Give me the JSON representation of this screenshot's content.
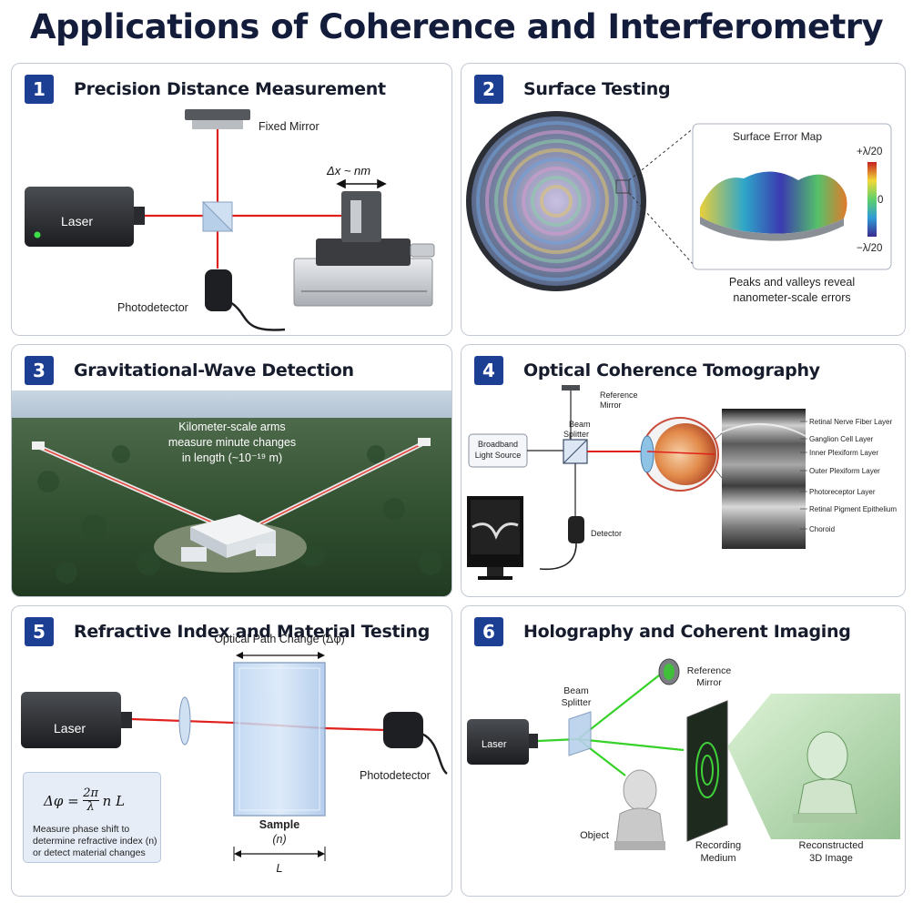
{
  "title": "Applications of Coherence and Interferometry",
  "panels": {
    "p1": {
      "number": "1",
      "title": "Precision Distance Measurement",
      "fixed_mirror": "Fixed Mirror",
      "laser": "Laser",
      "delta_x": "Δx ~ nm",
      "photodetector": "Photodetector"
    },
    "p2": {
      "number": "2",
      "title": "Surface Testing",
      "map_title": "Surface Error Map",
      "scale_top": "+λ/20",
      "scale_mid": "0",
      "scale_bottom": "−λ/20",
      "caption_line1": "Peaks and valleys reveal",
      "caption_line2": "nanometer-scale errors"
    },
    "p3": {
      "number": "3",
      "title": "Gravitational-Wave Detection",
      "caption_line1": "Kilometer-scale arms",
      "caption_line2": "measure minute changes",
      "caption_line3": "in length (~10⁻¹⁹ m)"
    },
    "p4": {
      "number": "4",
      "title": "Optical Coherence Tomography",
      "reference_mirror_line1": "Reference",
      "reference_mirror_line2": "Mirror",
      "beam_splitter_line1": "Beam",
      "beam_splitter_line2": "Splitter",
      "source_line1": "Broadband",
      "source_line2": "Light Source",
      "detector": "Detector",
      "layers": [
        "Retinal Nerve Fiber Layer",
        "Ganglion Cell Layer",
        "Inner Plexiform Layer",
        "Outer Plexiform Layer",
        "Photoreceptor Layer",
        "Retinal Pigment Epithelium",
        "Choroid"
      ]
    },
    "p5": {
      "number": "5",
      "title": "Refractive Index and Material Testing",
      "path_change": "Optical Path Change (Δφ)",
      "laser": "Laser",
      "photodetector": "Photodetector",
      "formula_lhs": "Δφ =",
      "formula_num": "2π",
      "formula_den": "λ",
      "formula_rhs": "n L",
      "note": "Measure phase shift to determine refractive index (n) or detect material changes",
      "sample_line1": "Sample",
      "sample_line2": "(n)",
      "length_label": "L"
    },
    "p6": {
      "number": "6",
      "title": "Holography and Coherent Imaging",
      "laser": "Laser",
      "beam_splitter_line1": "Beam",
      "beam_splitter_line2": "Splitter",
      "reference_mirror_line1": "Reference",
      "reference_mirror_line2": "Mirror",
      "object": "Object",
      "medium_line1": "Recording",
      "medium_line2": "Medium",
      "recon_line1": "Reconstructed",
      "recon_line2": "3D Image"
    }
  },
  "colors": {
    "badge": "#1c3f94",
    "title": "#141c3c",
    "red_beam": "#e0201c",
    "green_beam": "#37d12a"
  }
}
